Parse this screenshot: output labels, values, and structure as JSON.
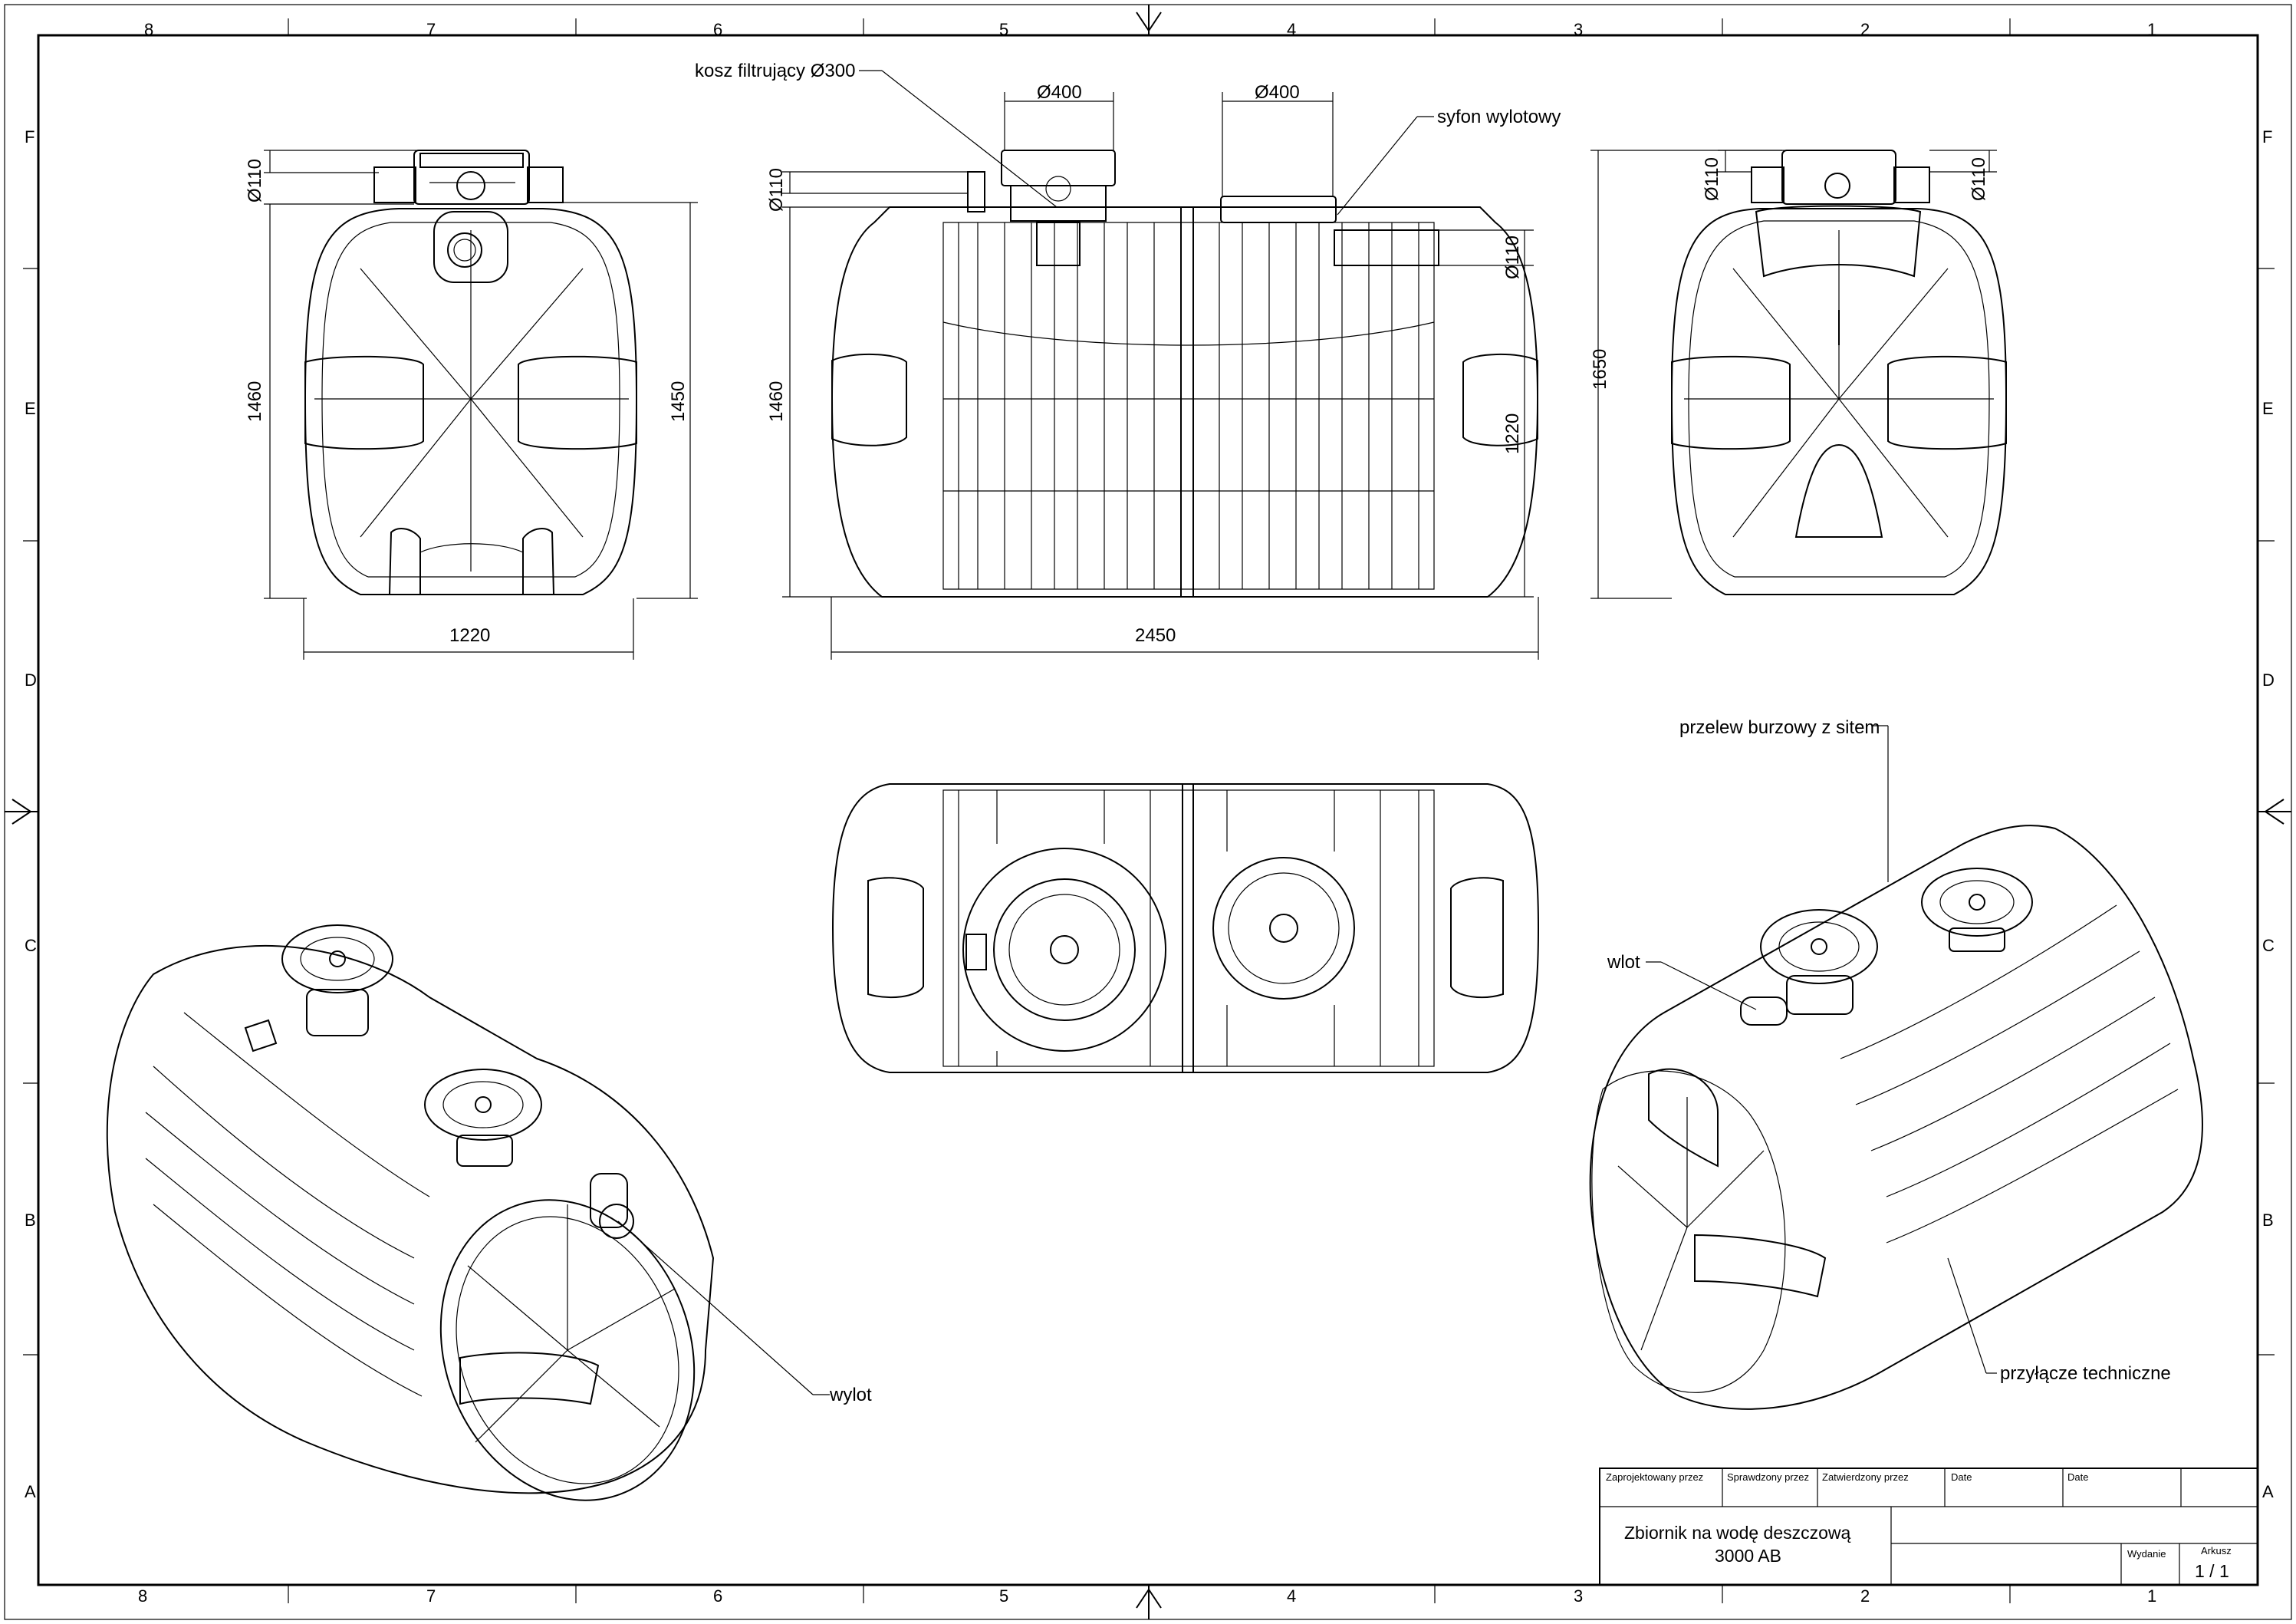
{
  "zones": {
    "columns": [
      "8",
      "7",
      "6",
      "5",
      "4",
      "3",
      "2",
      "1"
    ],
    "rows": [
      "F",
      "E",
      "D",
      "C",
      "B",
      "A"
    ]
  },
  "dimensions": {
    "front_pipe_dia": "Ø110",
    "front_height": "1460",
    "front_inner_height": "1450",
    "front_width": "1220",
    "side_pipe_dia": "Ø110",
    "side_height": "1460",
    "hatch_dia_left": "Ø400",
    "hatch_dia_right": "Ø400",
    "outlet_pipe_dia": "Ø110",
    "outlet_height": "1220",
    "side_length": "2450",
    "rear_pipe_dia_left": "Ø110",
    "rear_pipe_dia_right": "Ø110",
    "rear_height": "1650"
  },
  "callouts": {
    "filter_basket": "kosz filtrujący Ø300",
    "outlet_siphon": "syfon wylotowy",
    "storm_overflow": "przelew burzowy z sitem",
    "inlet": "wlot",
    "outlet": "wylot",
    "technical_connection": "przyłącze techniczne"
  },
  "title_block": {
    "designed_by": "Zaprojektowany przez",
    "checked_by": "Sprawdzony przez",
    "approved_by": "Zatwierdzony przez",
    "date_1": "Date",
    "date_2": "Date",
    "title_line1": "Zbiornik na wodę deszczową",
    "title_line2": "3000 AB",
    "edition_label": "Wydanie",
    "sheet_label": "Arkusz",
    "sheet_value": "1 / 1"
  }
}
